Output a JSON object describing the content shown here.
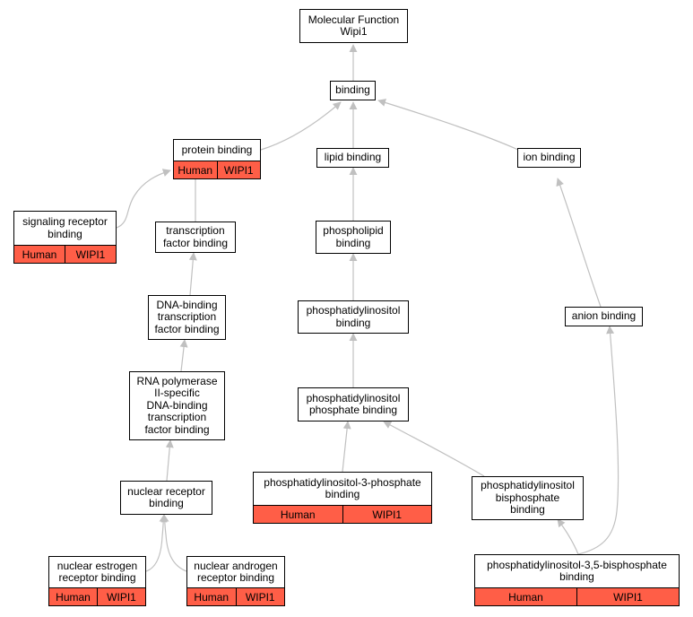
{
  "colors": {
    "annotated_fill": "#ff5e47",
    "edge": "#c0c0c0",
    "border": "#000000"
  },
  "nodes": {
    "root": {
      "label": "Molecular Function\nWipi1"
    },
    "binding": {
      "label": "binding"
    },
    "protein_binding": {
      "label": "protein binding",
      "tags": [
        "Human",
        "WIPI1"
      ]
    },
    "lipid_binding": {
      "label": "lipid binding"
    },
    "ion_binding": {
      "label": "ion binding"
    },
    "signaling_receptor_binding": {
      "label": "signaling receptor\nbinding",
      "tags": [
        "Human",
        "WIPI1"
      ]
    },
    "transcription_factor_binding": {
      "label": "transcription\nfactor binding"
    },
    "phospholipid_binding": {
      "label": "phospholipid\nbinding"
    },
    "dna_binding_tf_binding": {
      "label": "DNA-binding\ntranscription\nfactor binding"
    },
    "pi_binding": {
      "label": "phosphatidylinositol\nbinding"
    },
    "anion_binding": {
      "label": "anion binding"
    },
    "rnap2_tf_binding": {
      "label": "RNA polymerase\nII-specific\nDNA-binding\ntranscription\nfactor binding"
    },
    "pip_binding": {
      "label": "phosphatidylinositol\nphosphate binding"
    },
    "pi3p_binding": {
      "label": "phosphatidylinositol-3-phosphate\nbinding",
      "tags": [
        "Human",
        "WIPI1"
      ]
    },
    "pip2_binding": {
      "label": "phosphatidylinositol\nbisphosphate\nbinding"
    },
    "nuclear_receptor_binding": {
      "label": "nuclear receptor\nbinding"
    },
    "nuclear_estrogen_receptor_binding": {
      "label": "nuclear estrogen\nreceptor binding",
      "tags": [
        "Human",
        "WIPI1"
      ]
    },
    "nuclear_androgen_receptor_binding": {
      "label": "nuclear androgen\nreceptor binding",
      "tags": [
        "Human",
        "WIPI1"
      ]
    },
    "pi35p2_binding": {
      "label": "phosphatidylinositol-3,5-bisphosphate\nbinding",
      "tags": [
        "Human",
        "WIPI1"
      ]
    }
  }
}
